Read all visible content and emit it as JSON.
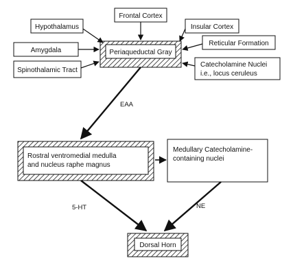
{
  "nodes": {
    "frontal_cortex": "Frontal Cortex",
    "hypothalamus": "Hypothalamus",
    "insular_cortex": "Insular Cortex",
    "amygdala": "Amygdala",
    "periaqueductal_gray": "Periaqueductal Gray",
    "reticular_formation": "Reticular Formation",
    "spinothalamic_tract": "Spinothalamic Tract",
    "catecholamine_nuclei_line1": "Catecholamine Nuclei",
    "catecholamine_nuclei_line2": "i.e., locus ceruleus",
    "rvm_line1": "Rostral ventromedial medulla",
    "rvm_line2": "and nucleus raphe magnus",
    "medullary_line1": "Medullary Catecholamine-",
    "medullary_line2": "containing nuclei",
    "dorsal_horn": "Dorsal Horn"
  },
  "edges": {
    "eaa": "EAA",
    "serotonin": "5-HT",
    "ne": "NE"
  }
}
